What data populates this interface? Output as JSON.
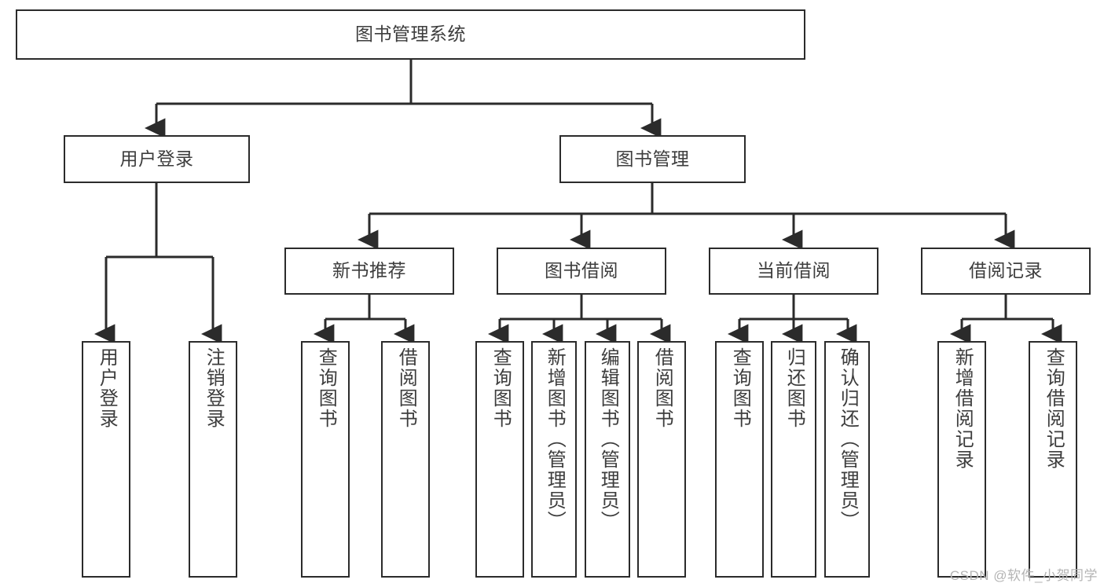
{
  "diagram": {
    "title": "图书管理系统",
    "type": "tree-hierarchy",
    "watermark": "CSDN @软件_小贺同学",
    "accent_color": "#2b2b2b",
    "text_color": "#3d3d3d",
    "background_color": "#ffffff"
  },
  "nodes": {
    "root": {
      "label": "图书管理系统",
      "level": 0
    },
    "level1": [
      {
        "id": "user-login",
        "label": "用户登录",
        "level": 1
      },
      {
        "id": "book-manage",
        "label": "图书管理",
        "level": 1
      }
    ],
    "level2": [
      {
        "id": "new-book-recommend",
        "label": "新书推荐",
        "level": 2
      },
      {
        "id": "book-borrow",
        "label": "图书借阅",
        "level": 2
      },
      {
        "id": "current-borrow",
        "label": "当前借阅",
        "level": 2
      },
      {
        "id": "borrow-record",
        "label": "借阅记录",
        "level": 2
      }
    ],
    "leaves": [
      {
        "id": "leaf-user-login",
        "label": "用户登录",
        "parent": "user-login"
      },
      {
        "id": "leaf-user-logout",
        "label": "注销登录",
        "parent": "user-login"
      },
      {
        "id": "leaf-query-book-1",
        "label": "查询图书",
        "parent": "new-book-recommend"
      },
      {
        "id": "leaf-borrow-book-1",
        "label": "借阅图书",
        "parent": "new-book-recommend"
      },
      {
        "id": "leaf-query-book-2",
        "label": "查询图书",
        "parent": "book-borrow"
      },
      {
        "id": "leaf-add-book",
        "label": "新增图书（管理员）",
        "parent": "book-borrow"
      },
      {
        "id": "leaf-edit-book",
        "label": "编辑图书（管理员）",
        "parent": "book-borrow"
      },
      {
        "id": "leaf-borrow-book-2",
        "label": "借阅图书",
        "parent": "book-borrow"
      },
      {
        "id": "leaf-query-book-3",
        "label": "查询图书",
        "parent": "current-borrow"
      },
      {
        "id": "leaf-return-book",
        "label": "归还图书",
        "parent": "current-borrow"
      },
      {
        "id": "leaf-confirm-return",
        "label": "确认归还（管理员）",
        "parent": "current-borrow"
      },
      {
        "id": "leaf-add-record",
        "label": "新增借阅记录",
        "parent": "borrow-record"
      },
      {
        "id": "leaf-query-record",
        "label": "查询借阅记录",
        "parent": "borrow-record"
      }
    ]
  }
}
